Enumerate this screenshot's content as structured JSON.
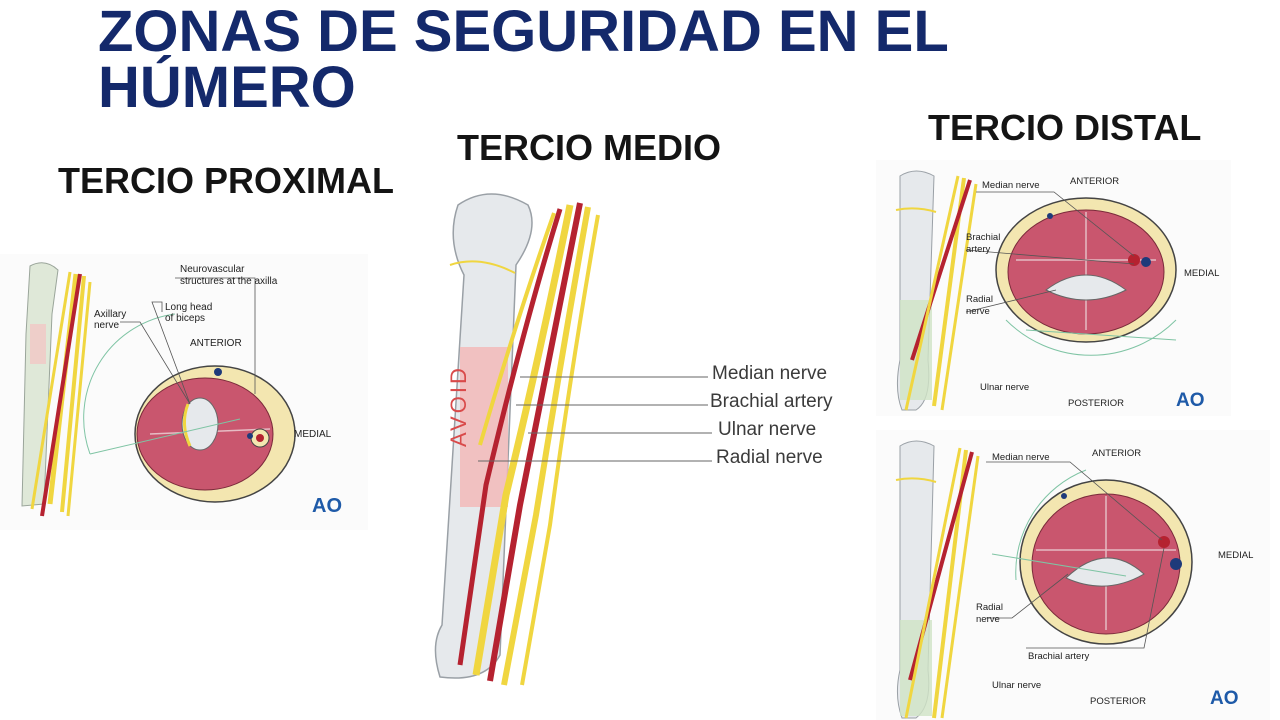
{
  "title": {
    "line1": "ZONAS DE SEGURIDAD EN EL",
    "line2": "HÚMERO"
  },
  "sections": {
    "proximal": "TERCIO PROXIMAL",
    "medio": "TERCIO MEDIO",
    "distal": "TERCIO DISTAL"
  },
  "proximal_panel": {
    "neurovascular": [
      "Neurovascular",
      "structures at the axilla"
    ],
    "long_head": [
      "Long head",
      "of biceps"
    ],
    "axillary": [
      "Axillary",
      "nerve"
    ],
    "anterior": "ANTERIOR",
    "medial": "MEDIAL",
    "logo": "AO"
  },
  "medio_panel": {
    "avoid": "AVOID",
    "median": "Median nerve",
    "brachial": "Brachial artery",
    "ulnar": "Ulnar nerve",
    "radial": "Radial nerve"
  },
  "distal_top": {
    "median": "Median nerve",
    "anterior": "ANTERIOR",
    "brachial": [
      "Brachial",
      "artery"
    ],
    "radial": [
      "Radial",
      "nerve"
    ],
    "medial": "MEDIAL",
    "ulnar": "Ulnar nerve",
    "posterior": "POSTERIOR",
    "logo": "AO"
  },
  "distal_bottom": {
    "median": "Median nerve",
    "anterior": "ANTERIOR",
    "medial": "MEDIAL",
    "radial": [
      "Radial",
      "nerve"
    ],
    "brachial": "Brachial artery",
    "ulnar": "Ulnar nerve",
    "posterior": "POSTERIOR",
    "logo": "AO"
  },
  "colors": {
    "title": "#14296b",
    "muscle": "#c9566e",
    "nerve": "#f0d640",
    "artery": "#b52230",
    "bone": "#e6e9ec",
    "fat": "#f3e6b0",
    "logo": "#1e5aa8"
  }
}
